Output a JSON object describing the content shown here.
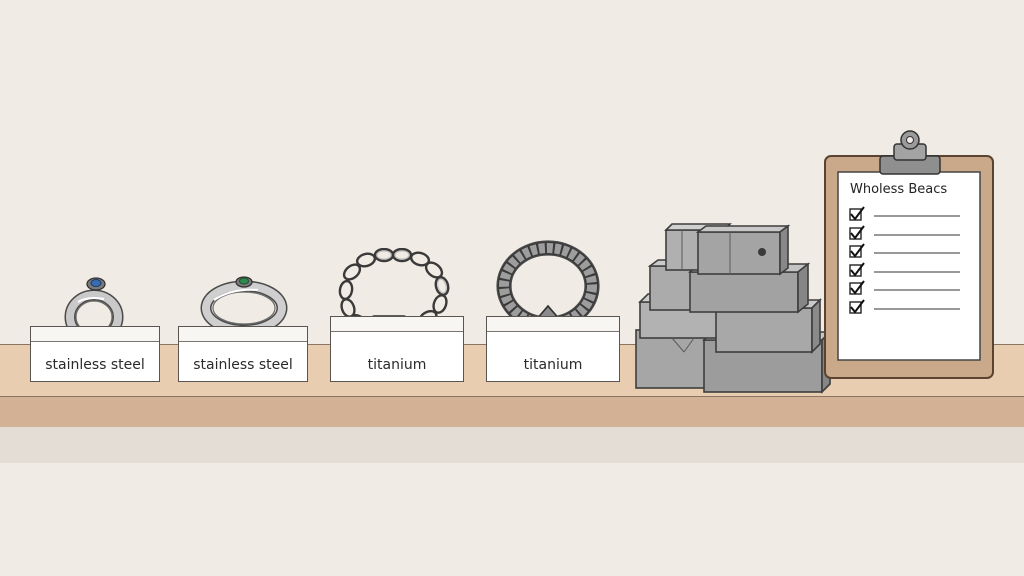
{
  "pedestals": [
    {
      "label": "stainless steel",
      "item": "ring-blue-gem-icon"
    },
    {
      "label": "stainless steel",
      "item": "ring-green-gem-icon"
    },
    {
      "label": "titanium",
      "item": "chain-bracelet-icon"
    },
    {
      "label": "titanium",
      "item": "bead-bracelet-icon"
    }
  ],
  "clipboard": {
    "title": "Wholess Beacs",
    "checklist_items": 6
  },
  "colors": {
    "wall": "#f0ebe4",
    "shelf": "#e8cdb0",
    "shelf_front": "#d2b195",
    "clipboard_board": "#c9a98a",
    "boxes": "#a9a9a9"
  }
}
